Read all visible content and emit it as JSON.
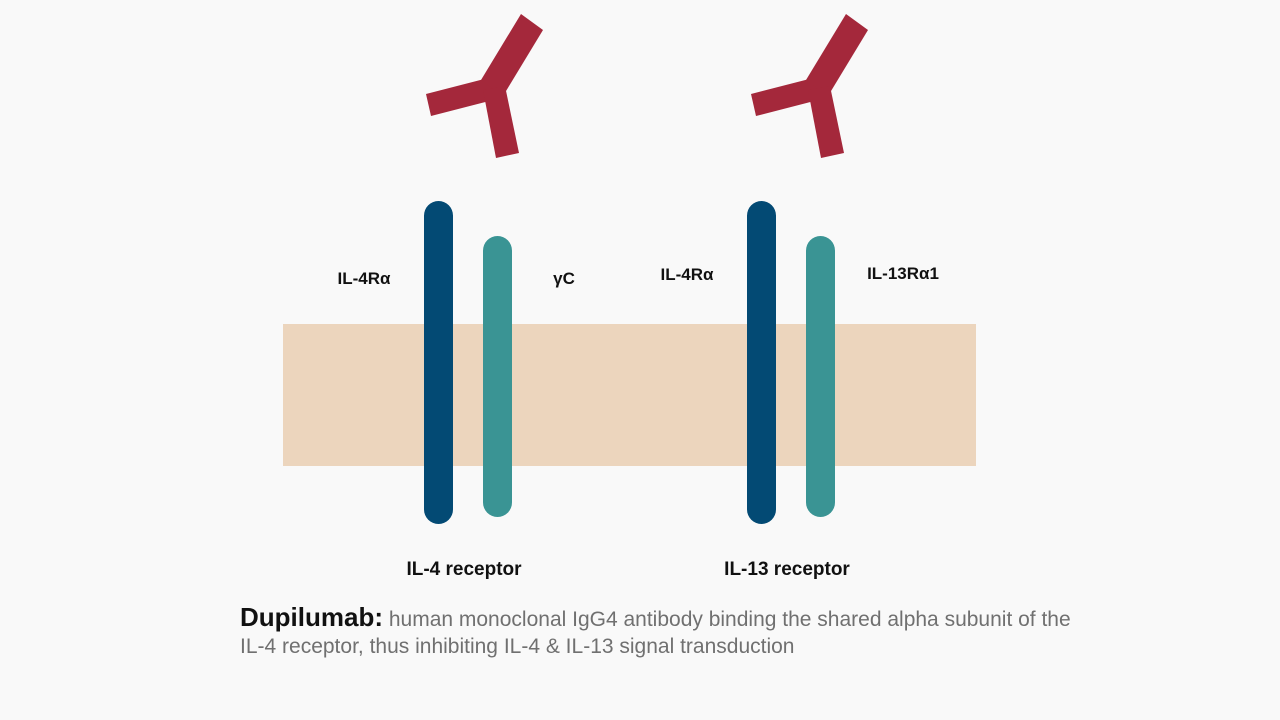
{
  "colors": {
    "background": "#f9f9f9",
    "membrane": "#ecd5bd",
    "alpha_chain": "#034a74",
    "second_chain": "#3a9494",
    "antibody": "#a4283b",
    "label_text": "#111111",
    "caption_text": "#707070"
  },
  "receptors": [
    {
      "name": "IL-4 receptor",
      "alpha_label": "IL-4Rα",
      "second_label": "γC",
      "antibody_bound": true
    },
    {
      "name": "IL-13 receptor",
      "alpha_label": "IL-4Rα",
      "second_label": "IL-13Rα1",
      "antibody_bound": true
    }
  ],
  "caption": {
    "drug": "Dupilumab:",
    "description": "human monoclonal IgG4 antibody binding the shared alpha subunit of the IL-4 receptor, thus inhibiting IL-4 & IL-13 signal transduction"
  }
}
